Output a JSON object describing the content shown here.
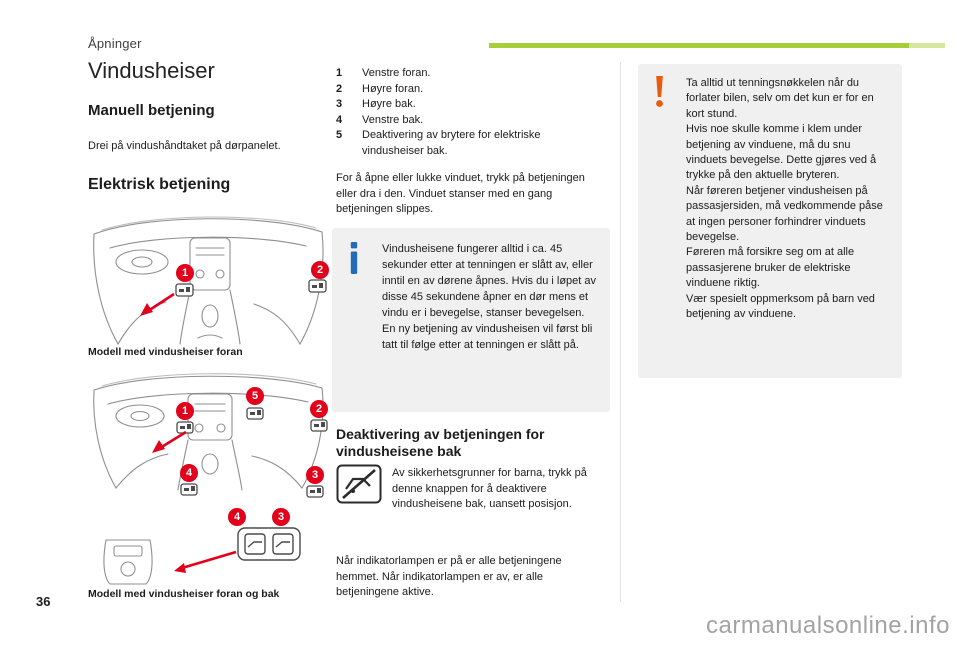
{
  "colors": {
    "accent_green": "#a6ce39",
    "accent_green_light": "#d6e69c",
    "callout_red": "#e2001a",
    "info_blue": "#246db6",
    "warning_orange": "#ea5b0c",
    "box_background": "#f0f0f0"
  },
  "header": {
    "chapter": "Åpninger"
  },
  "footer": {
    "page_number": "36",
    "watermark": "carmanualsonline.info"
  },
  "col1": {
    "title": "Vindusheiser",
    "manual_heading": "Manuell betjening",
    "manual_text": "Drei på vindushåndtaket på dørpanelet.",
    "electric_heading": "Elektrisk betjening",
    "fig1": {
      "caption": "Modell med vindusheiser foran",
      "callouts": [
        "1",
        "2"
      ]
    },
    "fig2": {
      "caption": "Modell med vindusheiser foran og bak",
      "callouts": [
        "1",
        "5",
        "2",
        "4",
        "3"
      ],
      "detail_callouts": [
        "4",
        "3"
      ]
    }
  },
  "col2": {
    "legend": [
      {
        "num": "1",
        "text": "Venstre foran."
      },
      {
        "num": "2",
        "text": "Høyre foran."
      },
      {
        "num": "3",
        "text": "Høyre bak."
      },
      {
        "num": "4",
        "text": "Venstre bak."
      },
      {
        "num": "5",
        "text": "Deaktivering av brytere for elektriske vindusheiser bak."
      }
    ],
    "para_open_close": "For å åpne eller lukke vinduet, trykk på betjeningen eller dra i den. Vinduet stanser med en gang betjeningen slippes.",
    "info_box_text": "Vindusheisene fungerer alltid i ca. 45 sekunder etter at tenningen er slått av, eller inntil en av dørene åpnes. Hvis du i løpet av disse 45 sekundene åpner en dør mens et vindu er i bevegelse, stanser bevegelsen. En ny betjening av vindusheisen vil først bli tatt til følge etter at tenningen er slått på.",
    "deactivation_heading": "Deaktivering av betjeningen for vindusheisene bak",
    "deactivation_text": "Av sikkerhetsgrunner for barna, trykk på denne knappen for å deaktivere vindusheisene bak, uansett posisjon.",
    "indicator_text": "Når indikatorlampen er på er alle betjeningene hemmet. Når indikatorlampen er av, er alle betjeningene aktive."
  },
  "col3": {
    "warning_paragraphs": [
      "Ta alltid ut tenningsnøkkelen når du forlater bilen, selv om det kun er for en kort stund.",
      "Hvis noe skulle komme i klem under betjening av vinduene, må du snu vinduets bevegelse. Dette gjøres ved å trykke på den aktuelle bryteren.",
      "Når føreren betjener vindusheisen på passasjersiden, må vedkommende påse at ingen personer forhindrer vinduets bevegelse.",
      "Føreren må forsikre seg om at alle passasjerene bruker de elektriske vinduene riktig.",
      "Vær spesielt oppmerksom på barn ved betjening av vinduene."
    ]
  }
}
